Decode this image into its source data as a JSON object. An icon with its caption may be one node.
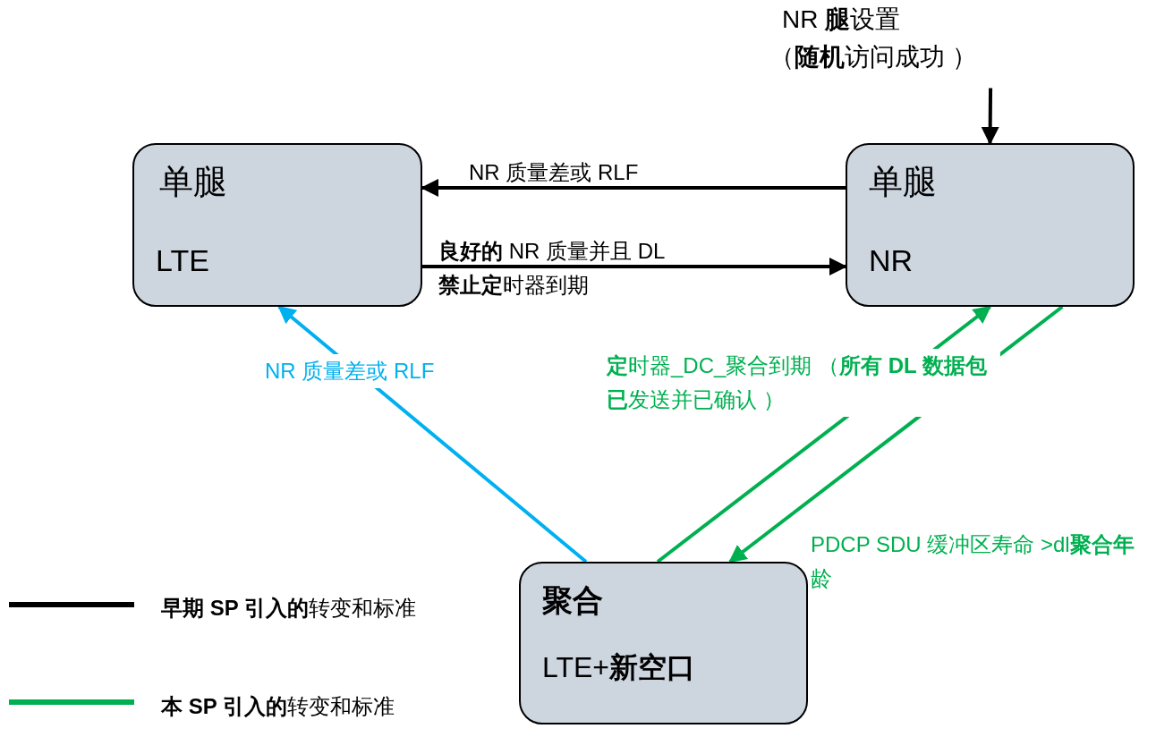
{
  "diagram": {
    "nodes": [
      {
        "text": [
          "单腿",
          "LTE"
        ]
      },
      {
        "text": [
          "单腿",
          "NR"
        ]
      },
      {
        "text": [
          "聚合",
          "LTE+**新空口**"
        ]
      },
      {
        "text": [
          "NR **腿**设置",
          "（**随机**访问成功 ）"
        ]
      }
    ],
    "edges": [
      {
        "from": 1,
        "to": 0,
        "arrow": "to",
        "label": "NR 质量差或 RLF"
      },
      {
        "from": 0,
        "to": 1,
        "arrow": "to",
        "label": "**良好的** NR 质量并且 DL**禁止定**时器到期"
      },
      {
        "from": 2,
        "to": 0,
        "arrow": "to",
        "label": "NR 质量差或 RLF",
        "color": "#00b0f0"
      },
      {
        "from": 2,
        "to": 1,
        "arrow": "to",
        "label": "**定**时器_DC_聚合到期 （**所有 DL 数据包已**发送并已确认 ）",
        "color": "#00b050"
      },
      {
        "from": 1,
        "to": 2,
        "arrow": "to",
        "label": "PDCP SDU 缓冲区寿命 >dl**聚合年**龄",
        "color": "#00b050"
      },
      {
        "from": 3,
        "to": 1,
        "arrow": "to"
      }
    ],
    "legend": [
      {
        "text": "**早期 SP 引入的**转变和标准",
        "color": "#000000"
      },
      {
        "text": "**本 SP 引入的**转变和标准",
        "color": "#00b050"
      }
    ]
  }
}
